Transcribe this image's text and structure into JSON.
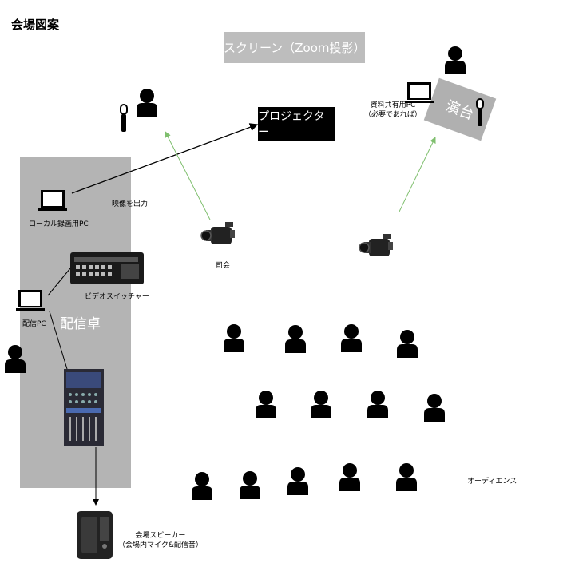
{
  "title": "会場図案",
  "screen_label": "スクリーン（Zoom投影）",
  "projector_label": "プロジェクター",
  "podium_label": "演台",
  "booth_label": "配信卓",
  "labels": {
    "local_pc": "ローカル録画用PC",
    "video_output": "映像を出力",
    "mc": "司会",
    "switcher": "ビデオスイッチャー",
    "delivery_pc": "配信PC",
    "shared_pc_line1": "資料共有用PC",
    "shared_pc_line2": "（必要であれば）",
    "audience": "オーディエンス",
    "speaker_line1": "会場スピーカー",
    "speaker_line2": "（会場内マイク&配信音）"
  },
  "colors": {
    "booth": "#b4b4b4",
    "screen": "#bdbdbd",
    "camera_arrow": "#7fbf6e",
    "ink": "#000000"
  },
  "icons": [
    "person-icon",
    "laptop-icon",
    "microphone-icon",
    "video-camera-icon",
    "video-switcher-icon",
    "audio-mixer-icon",
    "speaker-icon"
  ]
}
